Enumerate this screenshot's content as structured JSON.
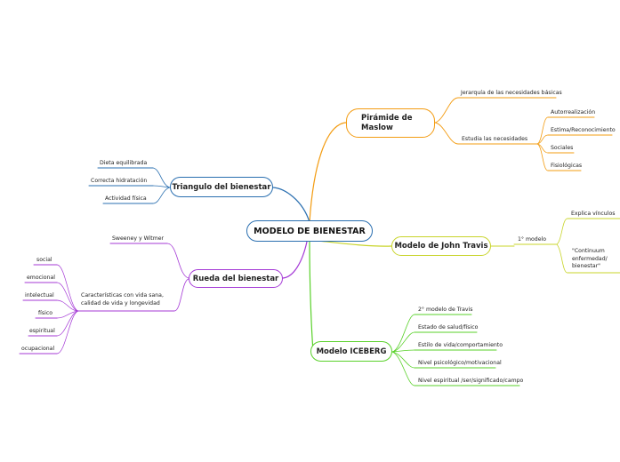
{
  "root": {
    "label": "MODELO DE BIENESTAR"
  },
  "colors": {
    "blue": "#2a6fb0",
    "orange": "#f39c12",
    "yellow": "#c8d42a",
    "green": "#59d12a",
    "purple": "#a53ad6"
  },
  "maslow": {
    "title_line1": "Pirámide de",
    "title_line2": "Maslow",
    "jerarquia": "Jerarquía de las necesidades básicas",
    "estudia": "Estudia las necesidades",
    "needs": [
      "Autorrealización",
      "Estima/Reconocimiento",
      "Sociales",
      "Fisiológicas"
    ]
  },
  "travis": {
    "title": "Modelo de John Travis",
    "first": "1° modelo",
    "explica": "Explica vínculos",
    "continuum_line1": "\"Continuum",
    "continuum_line2": "enfermedad/",
    "continuum_line3": "bienestar\""
  },
  "iceberg": {
    "title": "Modelo ICEBERG",
    "items": [
      "2° modelo de Travis",
      "Estado de salud/físico",
      "Estilo de vida/comportamiento",
      "Nivel psicológico/motivacional",
      "Nivel espiritual /ser/significado/campo"
    ]
  },
  "triangulo": {
    "title": "Triangulo del bienestar",
    "items": [
      "Dieta equilibrada",
      "Correcta hidratación",
      "Actividad física"
    ]
  },
  "rueda": {
    "title": "Rueda del bienestar",
    "authors": "Sweeney y Witmer",
    "carac_line1": "Características con vida sana,",
    "carac_line2": "calidad de vida y longevidad",
    "dims": [
      "social",
      "emocional",
      "intelectual",
      "físico",
      "espiritual",
      "ocupacional"
    ]
  }
}
